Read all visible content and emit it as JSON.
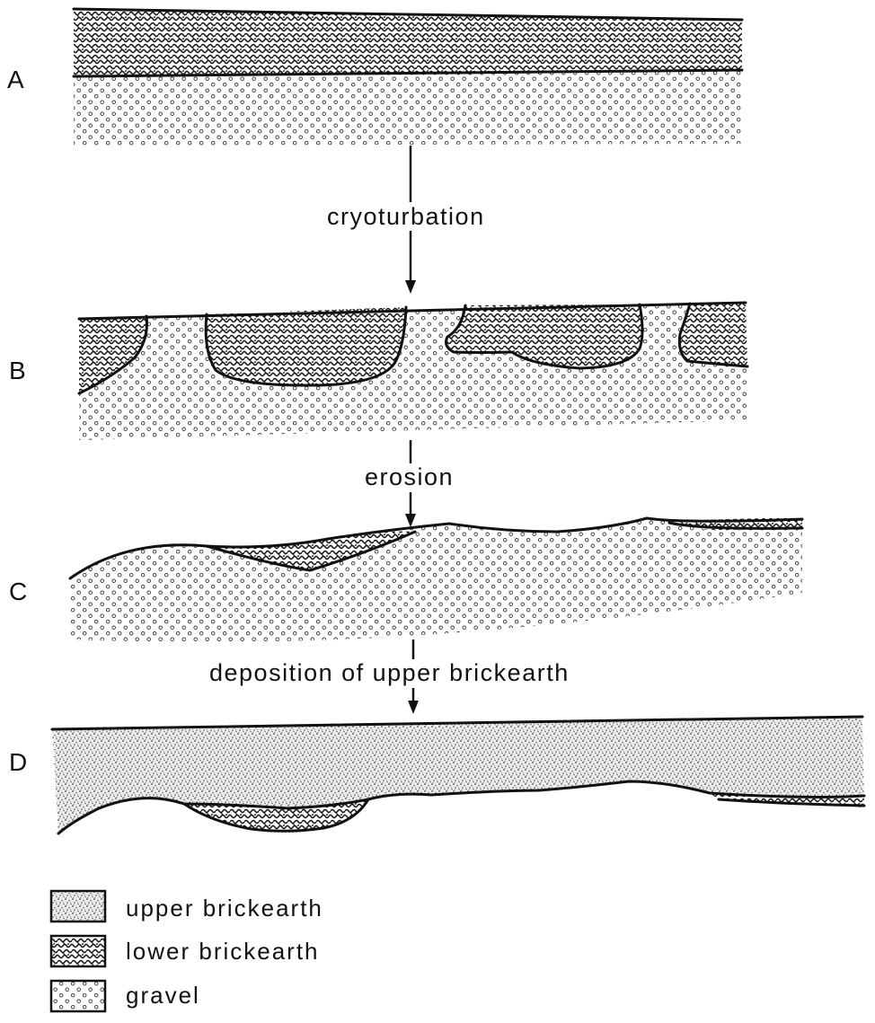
{
  "panels": [
    {
      "id": "A",
      "label": "A"
    },
    {
      "id": "B",
      "label": "B"
    },
    {
      "id": "C",
      "label": "C"
    },
    {
      "id": "D",
      "label": "D"
    }
  ],
  "processes": [
    {
      "from": "A",
      "to": "B",
      "label": "cryoturbation"
    },
    {
      "from": "B",
      "to": "C",
      "label": "erosion"
    },
    {
      "from": "C",
      "to": "D",
      "label": "deposition of upper brickearth"
    }
  ],
  "legend": [
    {
      "key": "upper-brickearth",
      "label": "upper brickearth"
    },
    {
      "key": "lower-brickearth",
      "label": "lower brickearth"
    },
    {
      "key": "gravel",
      "label": "gravel"
    }
  ]
}
